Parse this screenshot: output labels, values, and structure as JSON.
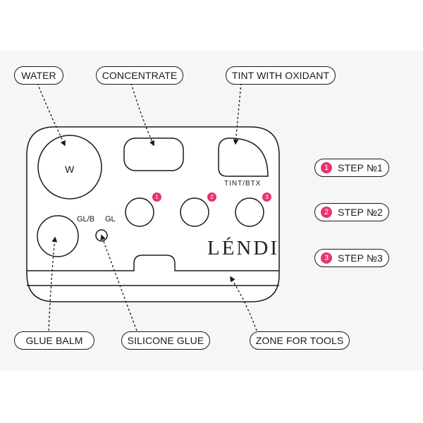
{
  "labels": {
    "water": "WATER",
    "concentrate": "CONCENTRATE",
    "tint_with_oxidant": "TINT WITH OXIDANT",
    "glue_balm": "GLUE BALM",
    "silicone_glue": "SILICONE GLUE",
    "zone_for_tools": "ZONE FOR TOOLS"
  },
  "palette": {
    "water_well": "W",
    "tint_btx": "TINT/BTX",
    "gl_b": "GL/B",
    "gl": "GL",
    "logo": "LÉNDI",
    "wells": [
      {
        "badge": "1"
      },
      {
        "badge": "2"
      },
      {
        "badge": "3"
      }
    ]
  },
  "steps": [
    {
      "num": "1",
      "label": "STEP №1"
    },
    {
      "num": "2",
      "label": "STEP №2"
    },
    {
      "num": "3",
      "label": "STEP №3"
    }
  ],
  "colors": {
    "accent": "#e8336d",
    "outline": "#1a1a1a",
    "background": "#f6f5f8"
  }
}
